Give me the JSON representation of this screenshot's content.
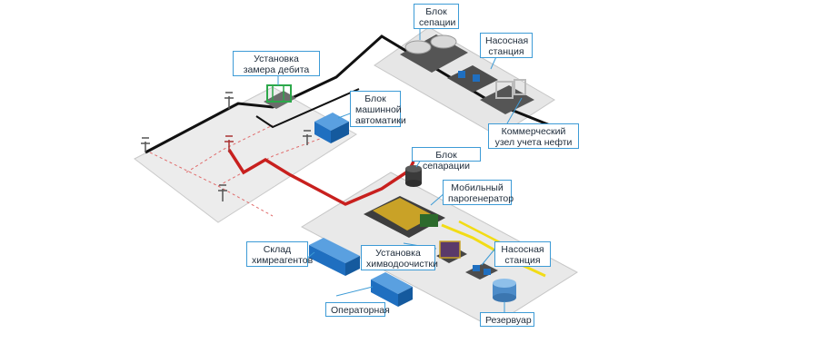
{
  "labels": {
    "separation_top": "Блок\nсепации",
    "pump_station_top": "Насосная\nстанция",
    "flow_metering": "Установка\nзамера дебита",
    "automation_block": "Блок\nмашинной\nавтоматики",
    "oil_metering": "Коммерческий\nузел учета нефти",
    "separation_bottom": "Блок сепарации",
    "steam_generator": "Мобильный\nпарогенератор",
    "chemical_warehouse": "Склад\nхимреагентов",
    "water_treatment": "Установка\nхимводоочистки",
    "pump_station_bottom": "Насосная\nстанция",
    "operator_room": "Операторная",
    "reservoir": "Резервуар"
  },
  "colors": {
    "oil_line": "#111111",
    "steam_line": "#c8201e",
    "water_line": "#f2dc16",
    "platform": "#ececec",
    "container_blue": "#1f6fc0",
    "callout_border": "#3d9bd6"
  }
}
